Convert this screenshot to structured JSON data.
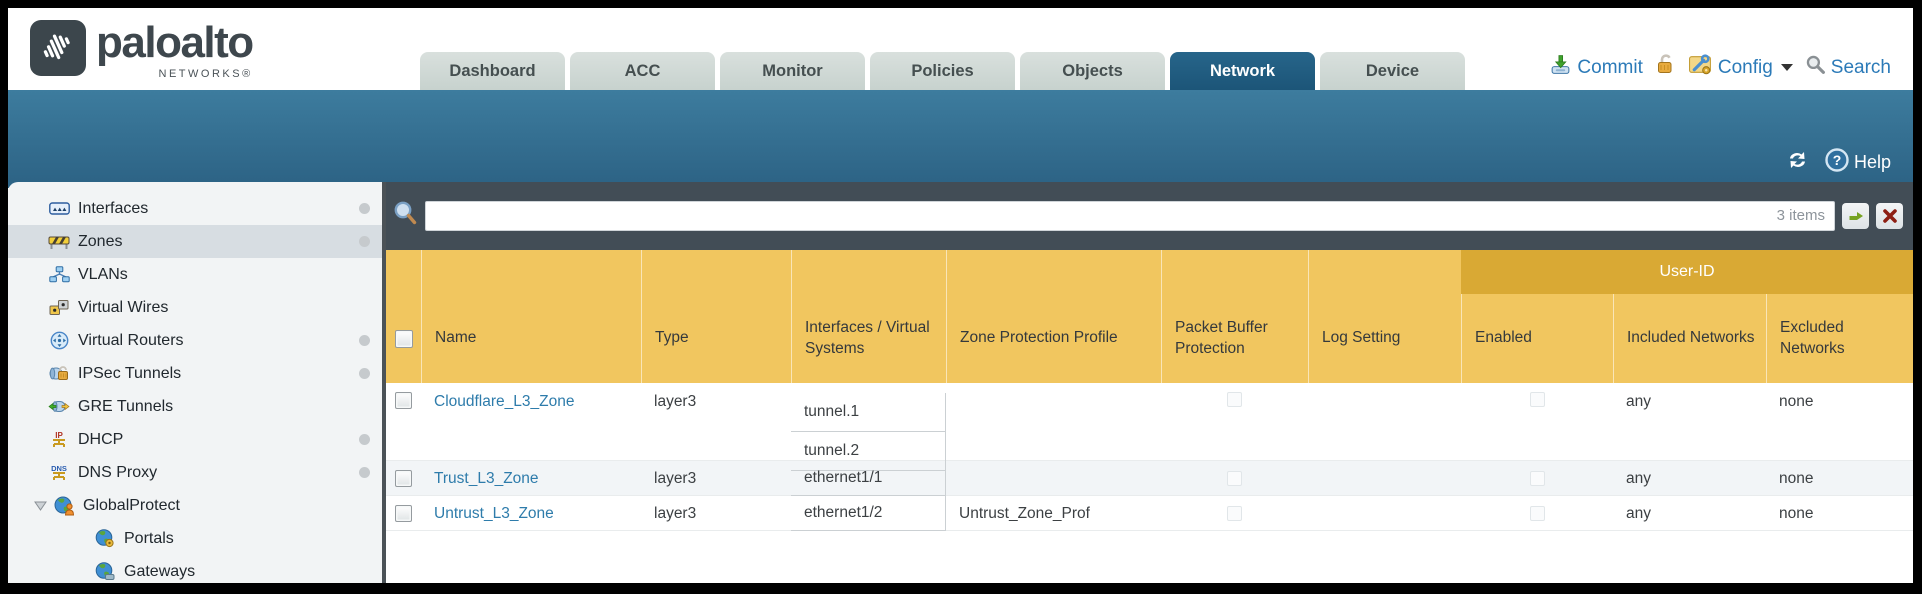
{
  "brand": {
    "logo_text": "paloalto",
    "logo_sub": "NETWORKS®"
  },
  "nav": {
    "tabs": [
      {
        "label": "Dashboard"
      },
      {
        "label": "ACC"
      },
      {
        "label": "Monitor"
      },
      {
        "label": "Policies"
      },
      {
        "label": "Objects"
      },
      {
        "label": "Network",
        "active": true
      },
      {
        "label": "Device"
      }
    ],
    "utilities": {
      "commit": "Commit",
      "config": "Config",
      "search": "Search"
    }
  },
  "band": {
    "help": "Help"
  },
  "sidebar": {
    "items": [
      {
        "label": "Interfaces",
        "dot": true
      },
      {
        "label": "Zones",
        "dot": true,
        "selected": true
      },
      {
        "label": "VLANs"
      },
      {
        "label": "Virtual Wires"
      },
      {
        "label": "Virtual Routers",
        "dot": true
      },
      {
        "label": "IPSec Tunnels",
        "dot": true
      },
      {
        "label": "GRE Tunnels"
      },
      {
        "label": "DHCP",
        "dot": true
      },
      {
        "label": "DNS Proxy",
        "dot": true
      },
      {
        "label": "GlobalProtect",
        "expanded": true
      },
      {
        "label": "Portals",
        "child": true
      },
      {
        "label": "Gateways",
        "child": true
      }
    ]
  },
  "toolbar": {
    "search_value": "",
    "items_count": "3 items"
  },
  "table": {
    "group_header": "User-ID",
    "columns": [
      "Name",
      "Type",
      "Interfaces / Virtual Systems",
      "Zone Protection Profile",
      "Packet Buffer Protection",
      "Log Setting",
      "Enabled",
      "Included Networks",
      "Excluded Networks"
    ],
    "rows": [
      {
        "name": "Cloudflare_L3_Zone",
        "type": "layer3",
        "interfaces": [
          "tunnel.1",
          "tunnel.2"
        ],
        "zone_protection_profile": "",
        "log_setting": "",
        "included_networks": "any",
        "excluded_networks": "none"
      },
      {
        "name": "Trust_L3_Zone",
        "type": "layer3",
        "interfaces": [
          "ethernet1/1"
        ],
        "zone_protection_profile": "",
        "log_setting": "",
        "included_networks": "any",
        "excluded_networks": "none"
      },
      {
        "name": "Untrust_L3_Zone",
        "type": "layer3",
        "interfaces": [
          "ethernet1/2"
        ],
        "zone_protection_profile": "Untrust_Zone_Prof",
        "log_setting": "",
        "included_networks": "any",
        "excluded_networks": "none"
      }
    ]
  },
  "colors": {
    "active_tab": "#1c5578",
    "band_teal": "#2c6284",
    "header_amber": "#f1c65f",
    "userid_amber": "#d9a934",
    "toolbar_dark": "#424d56",
    "link_blue": "#2e7cab",
    "utility_blue": "#2b7ab8"
  }
}
